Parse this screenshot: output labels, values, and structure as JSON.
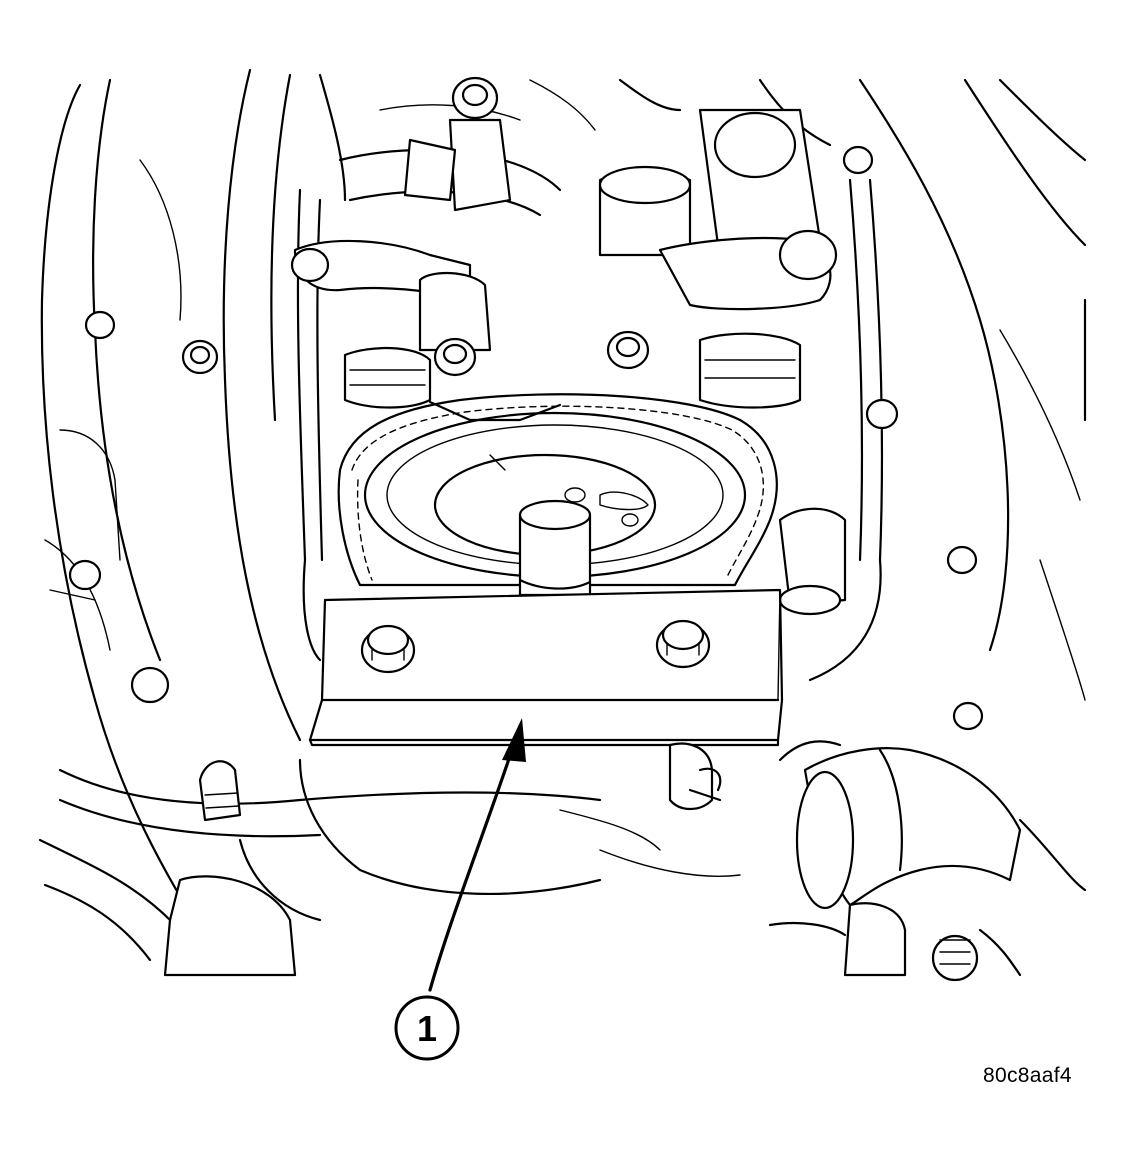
{
  "callout": {
    "number": "1"
  },
  "figure": {
    "id": "80c8aaf4"
  },
  "icons": [
    "callout-circle",
    "leader-arrow"
  ],
  "colors": {
    "line": "#000000",
    "background": "#ffffff"
  }
}
